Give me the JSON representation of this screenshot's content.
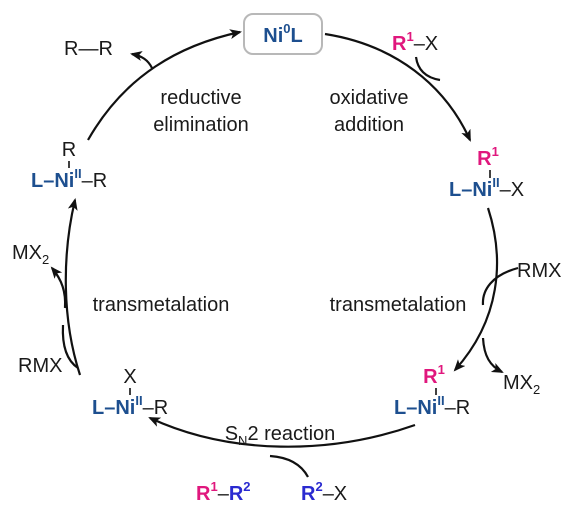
{
  "catalyst": {
    "ni": "Ni",
    "ox": "0",
    "l": "L"
  },
  "steps": {
    "oxidative_1": "oxidative",
    "oxidative_2": "addition",
    "transmetalation_right": "transmetalation",
    "sn2_s": "S",
    "sn2_n": "N",
    "sn2_rest": "2 reaction",
    "transmetalation_left": "transmetalation",
    "reductive_1": "reductive",
    "reductive_2": "elimination"
  },
  "reagents": {
    "r1x": {
      "r": "R",
      "n": "1",
      "x": "–X"
    },
    "rmx_right": "RMX",
    "mx2_right": {
      "mx": "MX",
      "n": "2"
    },
    "r2x": {
      "r": "R",
      "n": "2",
      "x": "–X"
    },
    "product_r1r2": {
      "r1": "R",
      "n1": "1",
      "dash": "–",
      "r2": "R",
      "n2": "2"
    },
    "rmx_left": "RMX",
    "mx2_left": {
      "mx": "MX",
      "n": "2"
    },
    "rr": "R—R"
  },
  "intermediates": {
    "ni_r1_x": {
      "top_r": "R",
      "top_n": "1",
      "l": "L",
      "ni": "–Ni",
      "ox": "II",
      "tail": "–X"
    },
    "ni_r1_r": {
      "top_r": "R",
      "top_n": "1",
      "l": "L",
      "ni": "–Ni",
      "ox": "II",
      "tail": "–R"
    },
    "ni_x_r": {
      "top": "X",
      "l": "L",
      "ni": "–Ni",
      "ox": "II",
      "tail": "–R"
    },
    "ni_r_r": {
      "top": "R",
      "l": "L",
      "ni": "–Ni",
      "ox": "II",
      "tail": "–R"
    }
  },
  "colors": {
    "nickel_blue": "#1d4f8f",
    "r1_pink": "#e0177d",
    "r2_blue": "#2a2ad0",
    "box_border": "#b8b8b8"
  }
}
